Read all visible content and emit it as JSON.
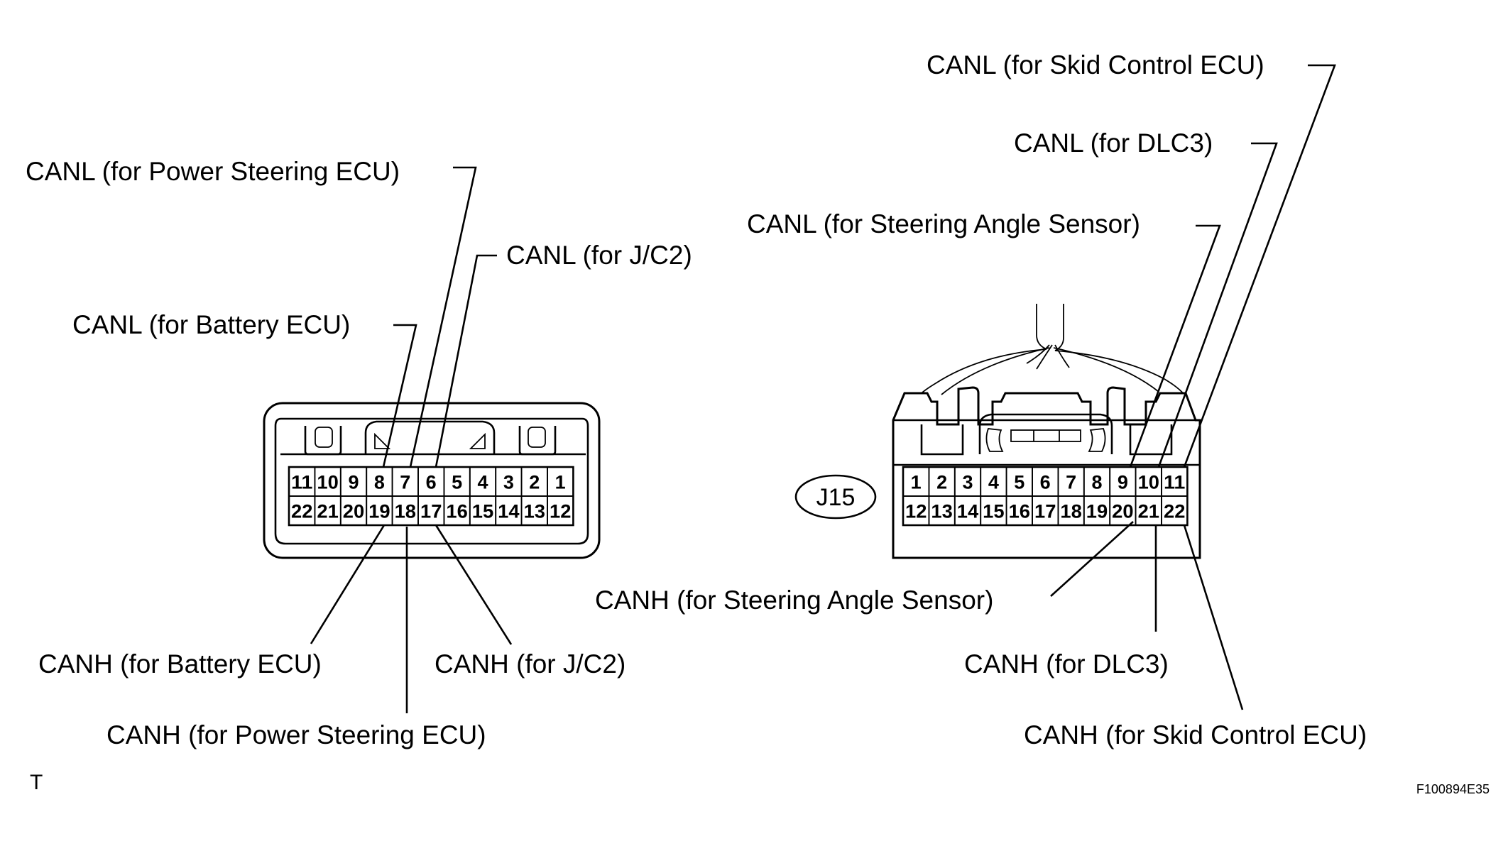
{
  "left_connector": {
    "top_row": [
      "11",
      "10",
      "9",
      "8",
      "7",
      "6",
      "5",
      "4",
      "3",
      "2",
      "1"
    ],
    "bottom_row": [
      "22",
      "21",
      "20",
      "19",
      "18",
      "17",
      "16",
      "15",
      "14",
      "13",
      "12"
    ],
    "labels": {
      "canl_power_steering": "CANL (for Power Steering ECU)",
      "canl_jc2": "CANL (for J/C2)",
      "canl_battery": "CANL (for Battery ECU)",
      "canh_battery": "CANH (for Battery ECU)",
      "canh_jc2": "CANH (for J/C2)",
      "canh_power_steering": "CANH (for Power Steering ECU)"
    }
  },
  "right_connector": {
    "name": "J15",
    "top_row": [
      "1",
      "2",
      "3",
      "4",
      "5",
      "6",
      "7",
      "8",
      "9",
      "10",
      "11"
    ],
    "bottom_row": [
      "12",
      "13",
      "14",
      "15",
      "16",
      "17",
      "18",
      "19",
      "20",
      "21",
      "22"
    ],
    "labels": {
      "canl_skid": "CANL (for Skid Control ECU)",
      "canl_dlc3": "CANL (for DLC3)",
      "canl_steering_angle": "CANL (for Steering Angle Sensor)",
      "canh_steering_angle": "CANH (for Steering Angle Sensor)",
      "canh_dlc3": "CANH (for DLC3)",
      "canh_skid": "CANH (for Skid Control ECU)"
    }
  },
  "footer": {
    "corner_mark": "T",
    "figure_code": "F100894E35"
  }
}
